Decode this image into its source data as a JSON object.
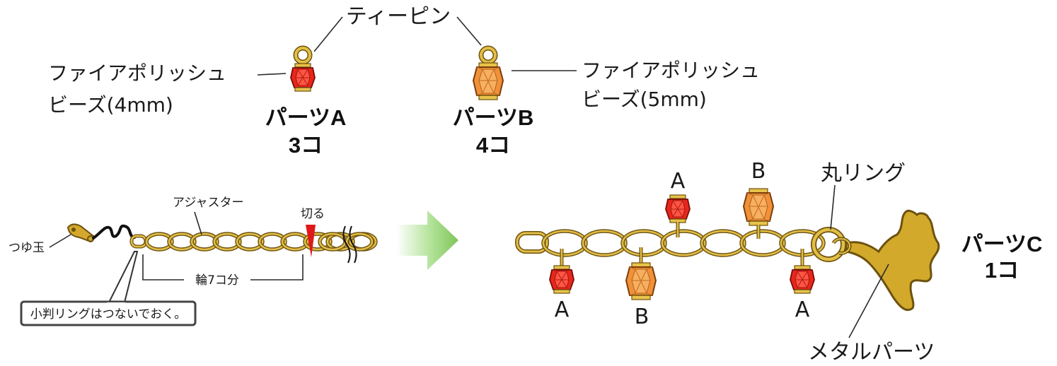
{
  "labels": {
    "tpin": "ティーピン",
    "bead_small_l1": "ファイアポリッシュ",
    "bead_small_l2": "ビーズ(4mm)",
    "bead_large_l1": "ファイアポリッシュ",
    "bead_large_l2": "ビーズ(5mm)",
    "part_a_name": "パーツA",
    "part_a_count": "3コ",
    "part_b_name": "パーツB",
    "part_b_count": "4コ",
    "adjuster": "アジャスター",
    "cut": "切る",
    "tsuyudama": "つゆ玉",
    "rings_count": "輪7コ分",
    "note": "小判リングはつないでおく。",
    "round_ring": "丸リング",
    "metal_part": "メタルパーツ",
    "part_c_name": "パーツC",
    "part_c_count": "1コ",
    "pos_a": "A",
    "pos_b": "B"
  },
  "colors": {
    "gold": "#d4a82c",
    "gold_dark": "#7a5b10",
    "bead_red": "#e8261c",
    "bead_orange": "#f0913a",
    "metal_part": "#d2a92a",
    "arrow": "#8fd06a",
    "cut_mark": "#e01818"
  }
}
